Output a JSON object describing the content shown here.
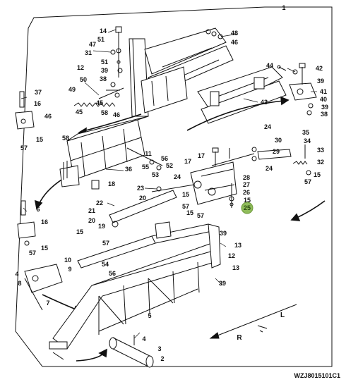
{
  "diagram": {
    "title_callout": "1",
    "callouts": {
      "c14": "14",
      "c51a": "51",
      "c47": "47",
      "c31": "31",
      "c51b": "51",
      "c12a": "12",
      "c39a": "39",
      "c38a": "38",
      "c50": "50",
      "c49": "49",
      "c45a": "45",
      "c58a": "58",
      "c46a": "46",
      "c48": "48",
      "c46b": "46",
      "c37": "37",
      "c16a": "16",
      "c46c": "46",
      "c45b": "45",
      "c57a": "57",
      "c15a": "15",
      "c58b": "58",
      "c44": "44",
      "c42": "42",
      "c39b": "39",
      "c41": "41",
      "c40": "40",
      "c39c": "39",
      "c38b": "38",
      "c43": "43",
      "c24a": "24",
      "c30": "30",
      "c29": "29",
      "c24b": "24",
      "c35": "35",
      "c34": "34",
      "c33": "33",
      "c32": "32",
      "c15b": "15",
      "c57b": "57",
      "c11": "11",
      "c56a": "56",
      "c55": "55",
      "c52": "52",
      "c53": "53",
      "c36": "36",
      "c18": "18",
      "c17a": "17",
      "c17b": "17",
      "c24c": "24",
      "c28": "28",
      "c27": "27",
      "c26": "26",
      "c15c": "15",
      "c25": "25",
      "c23": "23",
      "c20a": "20",
      "c15d": "15",
      "c57c": "57",
      "c15e": "15",
      "c57d": "57",
      "c6": "6",
      "c16b": "16",
      "c15f": "15",
      "c57e": "57",
      "c22": "22",
      "c21": "21",
      "c20b": "20",
      "c19": "19",
      "c15g": "15",
      "c57f": "57",
      "c39d": "39",
      "c12b": "12",
      "c13a": "13",
      "c10": "10",
      "c9": "9",
      "c54": "54",
      "c56b": "56",
      "c13b": "13",
      "c39e": "39",
      "c4a": "4",
      "c8": "8",
      "c7": "7",
      "c5": "5",
      "c4b": "4",
      "c3": "3",
      "c2": "2"
    },
    "direction_labels": {
      "right": "R",
      "left": "L"
    },
    "highlight_color": "#8fbc5a",
    "highlight_callout": "25"
  },
  "footer": {
    "figure_code": "WZJ8015101C1"
  }
}
